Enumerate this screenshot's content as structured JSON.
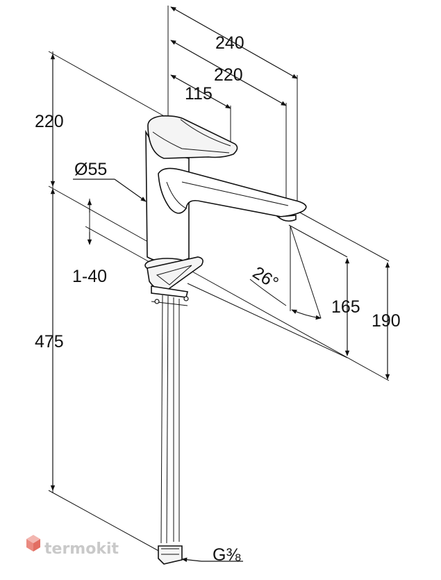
{
  "dimensions": {
    "height_top": "220",
    "height_bottom": "475",
    "total_reach": "240",
    "spout_reach": "220",
    "lever_reach": "115",
    "diameter": "Ø55",
    "counter_thickness": "1-40",
    "spout_angle": "26°",
    "outlet_height_165": "165",
    "outlet_height_190": "190",
    "thread": "G⅜"
  },
  "watermark": {
    "brand": "termokit"
  }
}
